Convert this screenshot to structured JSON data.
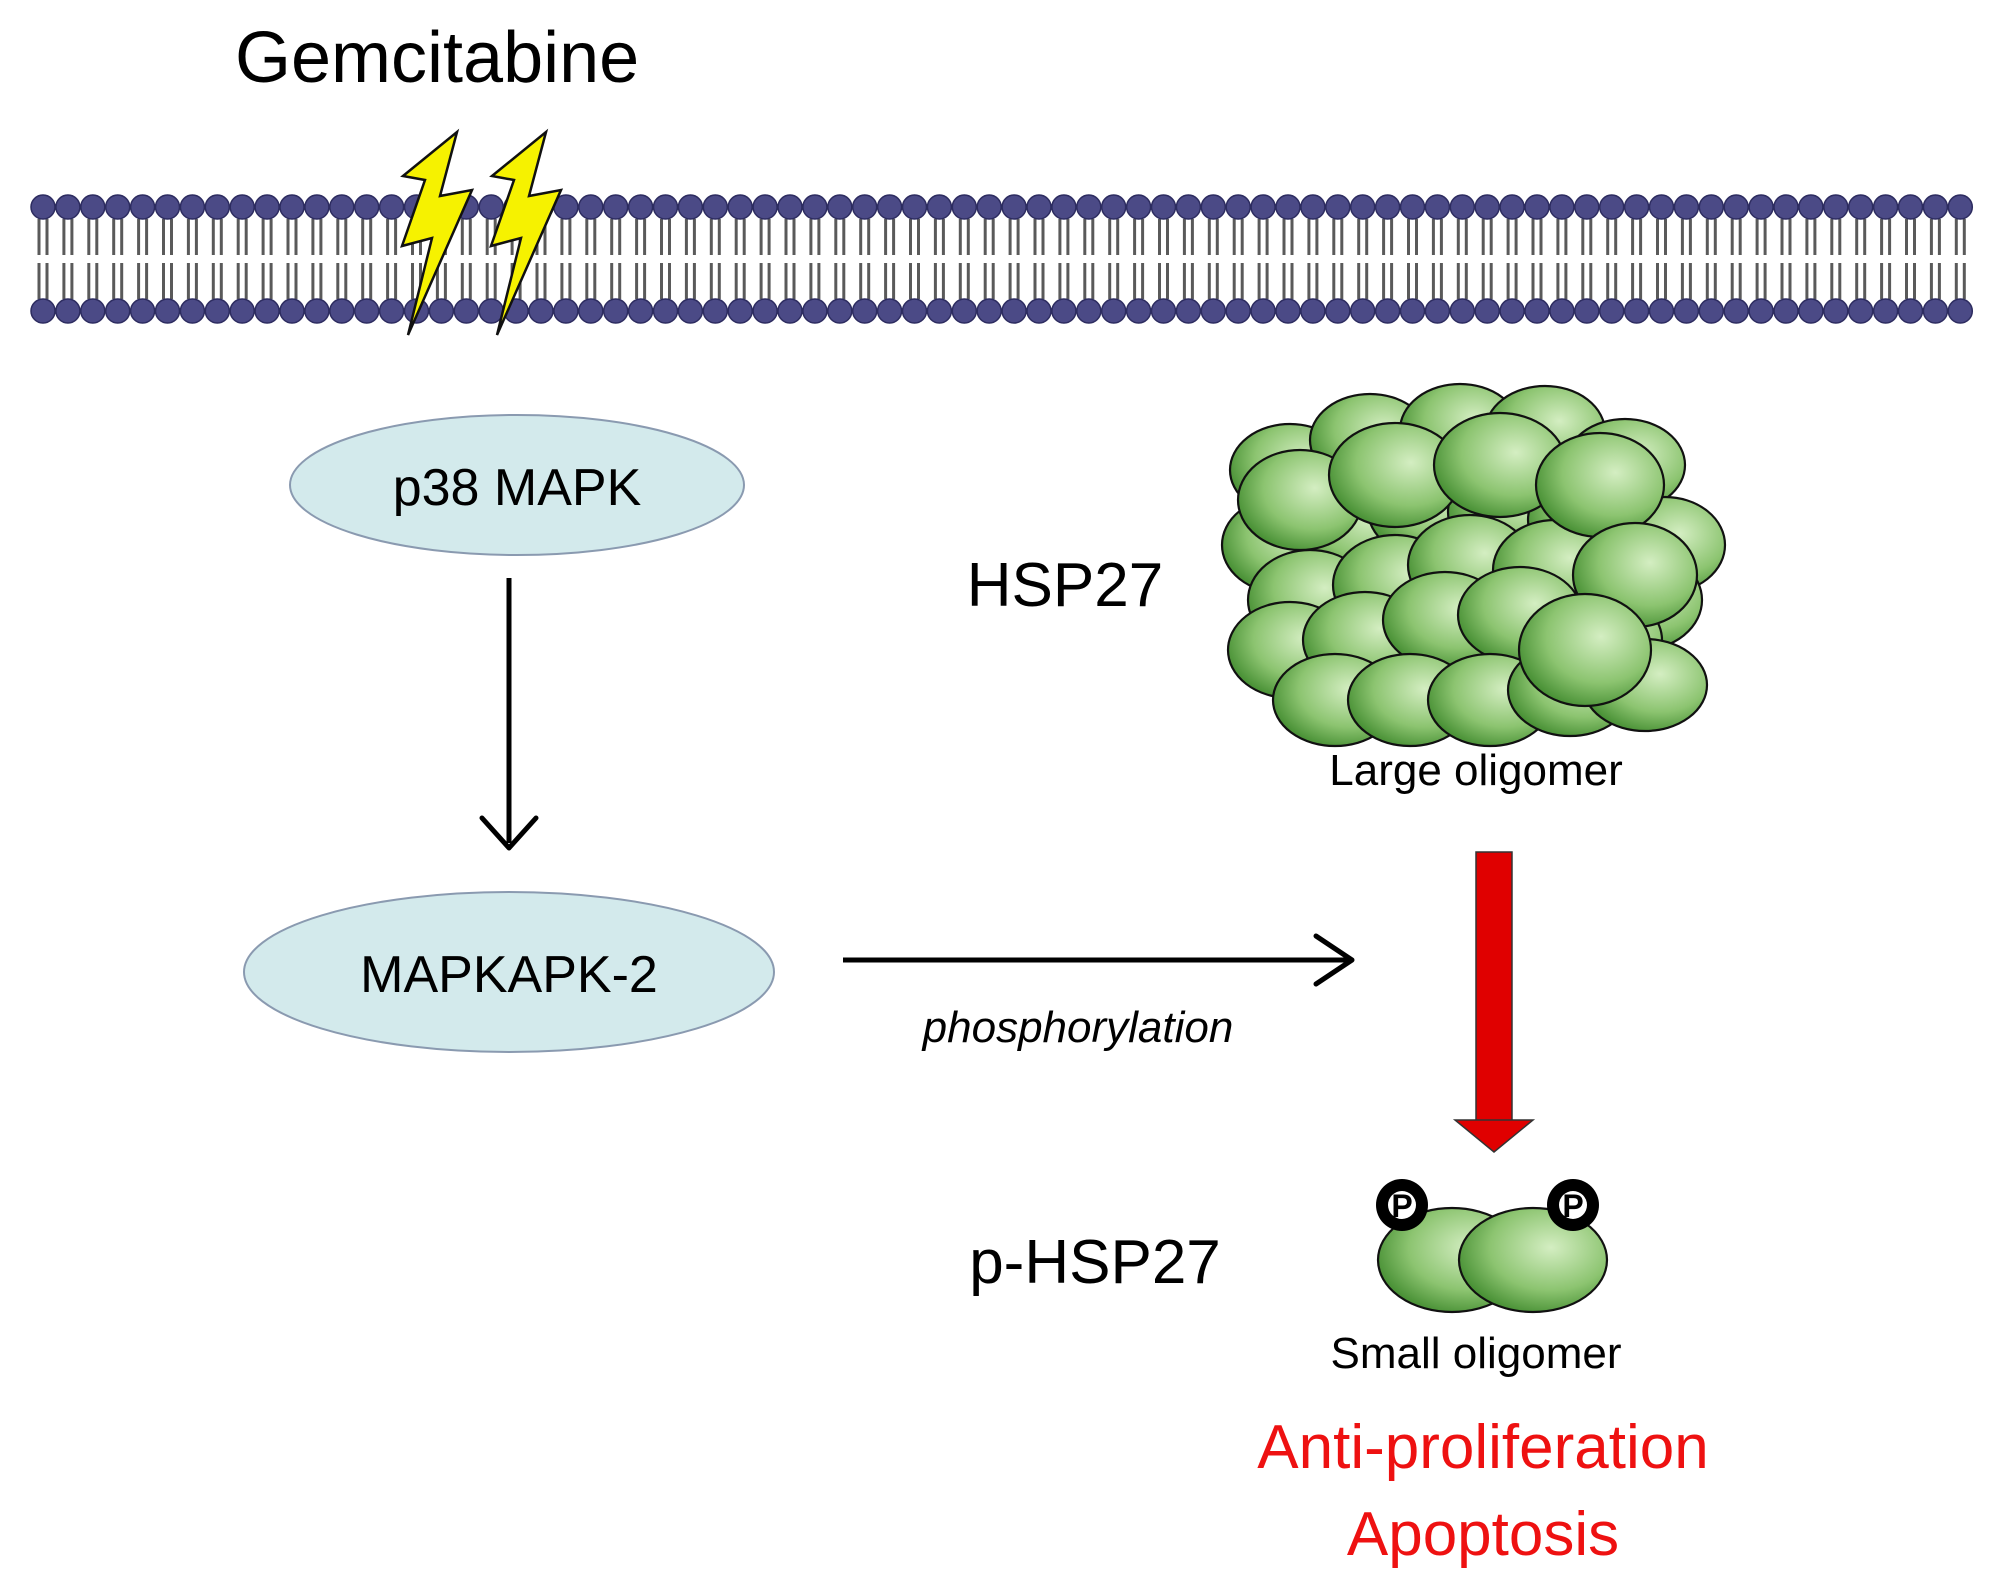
{
  "drug_label": "Gemcitabine",
  "kinase_1": "p38 MAPK",
  "kinase_2": "MAPKAPK-2",
  "arrow_label": "phosphorylation",
  "protein_label": "HSP27",
  "protein_phospho_label": "p-HSP27",
  "large_oligomer_label": "Large oligomer",
  "small_oligomer_label": "Small oligomer",
  "phospho_marker": "P",
  "outcome_line_1": "Anti-proliferation",
  "outcome_line_2": "Apoptosis",
  "colors": {
    "membrane_head": "#4b4a86",
    "membrane_tail": "#5a5a5a",
    "lightning": "#f6f200",
    "ellipse_fill": "#d3eaec",
    "ellipse_stroke": "#8a9ab0",
    "oligomer_dark": "#2f7d1f",
    "oligomer_light": "#c6e6b0",
    "red_arrow": "#e00000",
    "outcome_text": "#ee1111"
  }
}
